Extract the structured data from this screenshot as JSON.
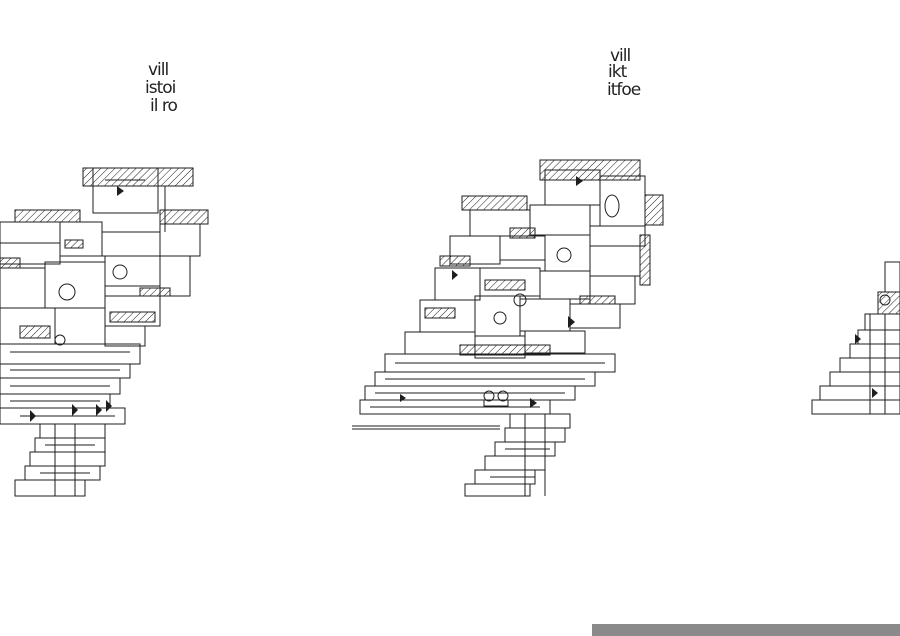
{
  "floor_plan_labels": {
    "left": [
      "vill",
      "istoi",
      "il ro"
    ],
    "right": [
      "vill",
      "ikt",
      "itfoe"
    ]
  },
  "colors": {
    "line": "#1e1e1e",
    "background": "#ffffff",
    "scrollbar": "#8a8a8a"
  },
  "icons": {
    "door_marker": "triangle-door-icon",
    "fixture": "bathroom-fixture-icon"
  }
}
